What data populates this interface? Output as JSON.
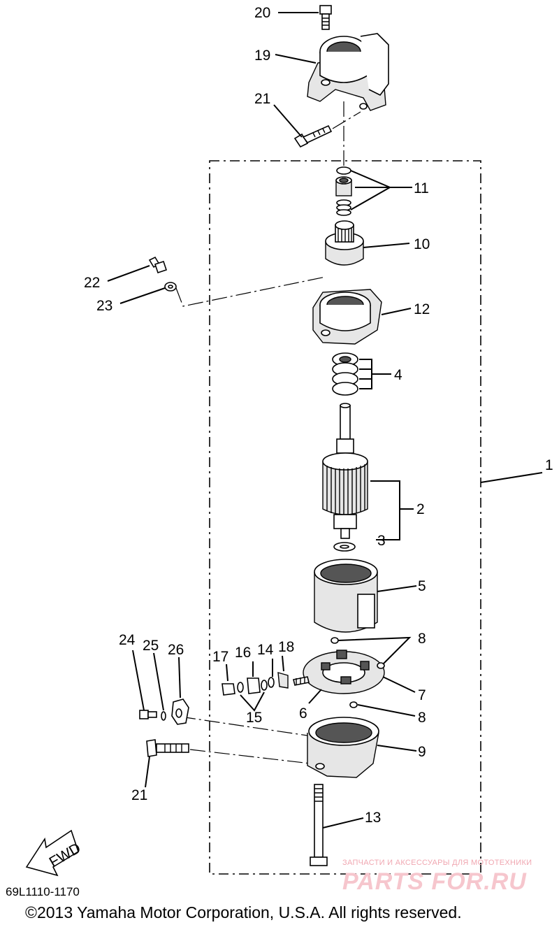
{
  "diagram": {
    "part_numbers": {
      "p1": "1",
      "p2": "2",
      "p3": "3",
      "p4": "4",
      "p5": "5",
      "p6": "6",
      "p7": "7",
      "p8a": "8",
      "p8b": "8",
      "p9": "9",
      "p10": "10",
      "p11": "11",
      "p12": "12",
      "p13": "13",
      "p14": "14",
      "p15": "15",
      "p16": "16",
      "p17": "17",
      "p18": "18",
      "p19": "19",
      "p20": "20",
      "p21a": "21",
      "p21b": "21",
      "p22": "22",
      "p23": "23",
      "p24": "24",
      "p25": "25",
      "p26": "26"
    },
    "fwd_label": "FWD"
  },
  "footer": {
    "code": "69L1110-1170",
    "copyright": "©2013 Yamaha Motor Corporation, U.S.A. All rights reserved."
  },
  "watermark": {
    "tagline": "ЗАПЧАСТИ И АКСЕССУАРЫ ДЛЯ МОТОТЕХНИКИ",
    "logo": "PARTS FOR.RU"
  }
}
